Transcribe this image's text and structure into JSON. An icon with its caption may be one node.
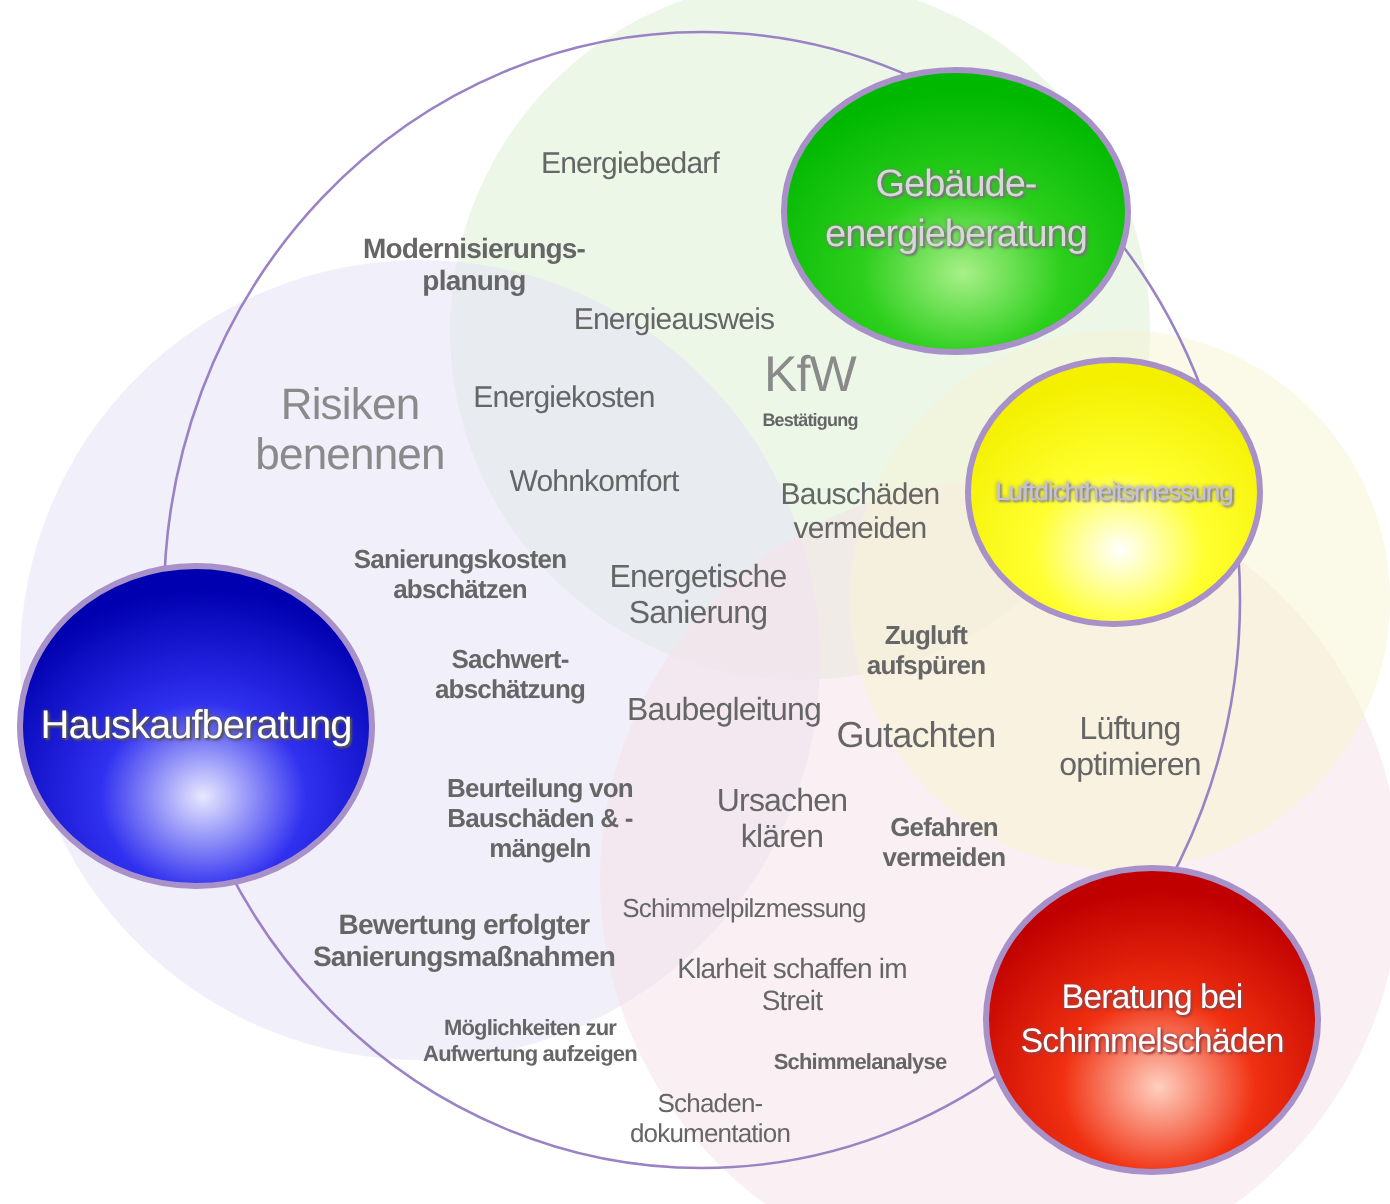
{
  "diagram": {
    "nodes": [
      {
        "text": [
          "Gebäude- energieberatung"
        ]
      },
      {
        "text": [
          "Luftdichtheitsmessung"
        ]
      },
      {
        "text": [
          "Hauskaufberatung"
        ]
      },
      {
        "text": [
          "Beratung bei Schimmelschäden"
        ]
      }
    ],
    "labels": [
      "Energiebedarf",
      "Modernisierungs- planung",
      "Energieausweis",
      "Risiken benennen",
      "Energiekosten",
      "KfW",
      "Bestätigung",
      "Wohnkomfort",
      "Bauschäden vermeiden",
      "Sanierungskosten abschätzen",
      "Energetische Sanierung",
      "Zugluft aufspüren",
      "Sachwert- abschätzung",
      "Baubegleitung",
      "Gutachten",
      "Lüftung optimieren",
      "Beurteilung von Bauschäden & -mängeln",
      "Ursachen klären",
      "Gefahren vermeiden",
      "Bewertung erfolgter Sanierungsmaßnahmen",
      "Schimmelpilzmessung",
      "Klarheit schaffen im Streit",
      "Möglichkeiten zur Aufwertung aufzeigen",
      "Schimmelanalyse",
      "Schaden- dokumentation"
    ]
  }
}
